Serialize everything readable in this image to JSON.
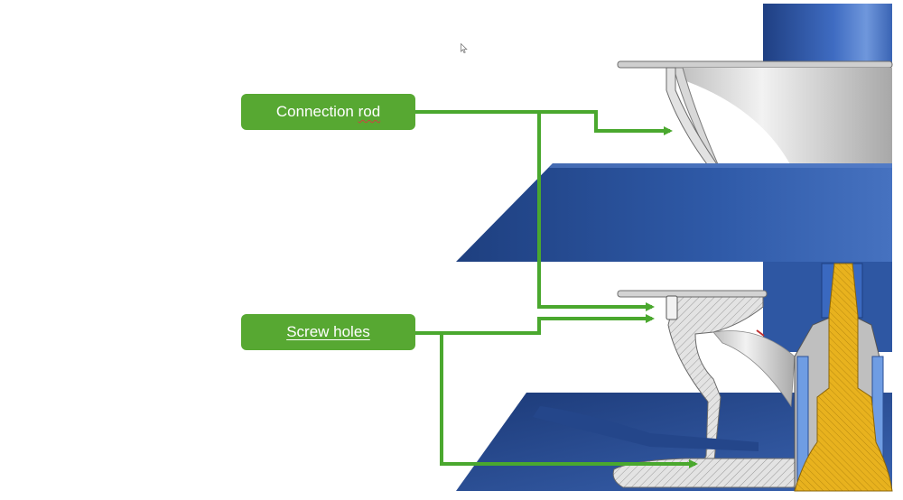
{
  "callouts": {
    "connection_rod": {
      "label_main": "Connection ",
      "label_flagged": "rod"
    },
    "screw_holes": {
      "label": "Screw holes"
    }
  },
  "colors": {
    "callout_green": "#57a832",
    "arrow_green": "#4aa82e",
    "part_blue": "#2f5ca8",
    "part_blue_dark": "#1e3f7c",
    "part_gray": "#d9d9d9",
    "nozzle_yellow": "#e6b520"
  },
  "icons": [
    "mouse-cursor-icon"
  ]
}
